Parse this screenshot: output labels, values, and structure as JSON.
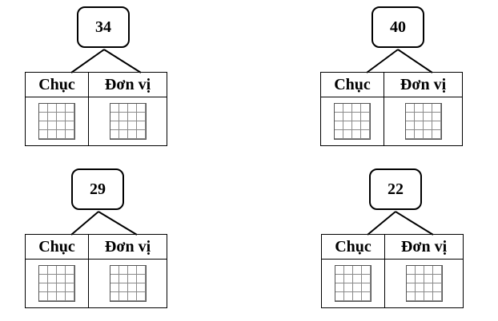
{
  "header_tens": "Chục",
  "header_ones": "Đơn vị",
  "units": [
    {
      "number": "34"
    },
    {
      "number": "40"
    },
    {
      "number": "29"
    },
    {
      "number": "22"
    }
  ]
}
